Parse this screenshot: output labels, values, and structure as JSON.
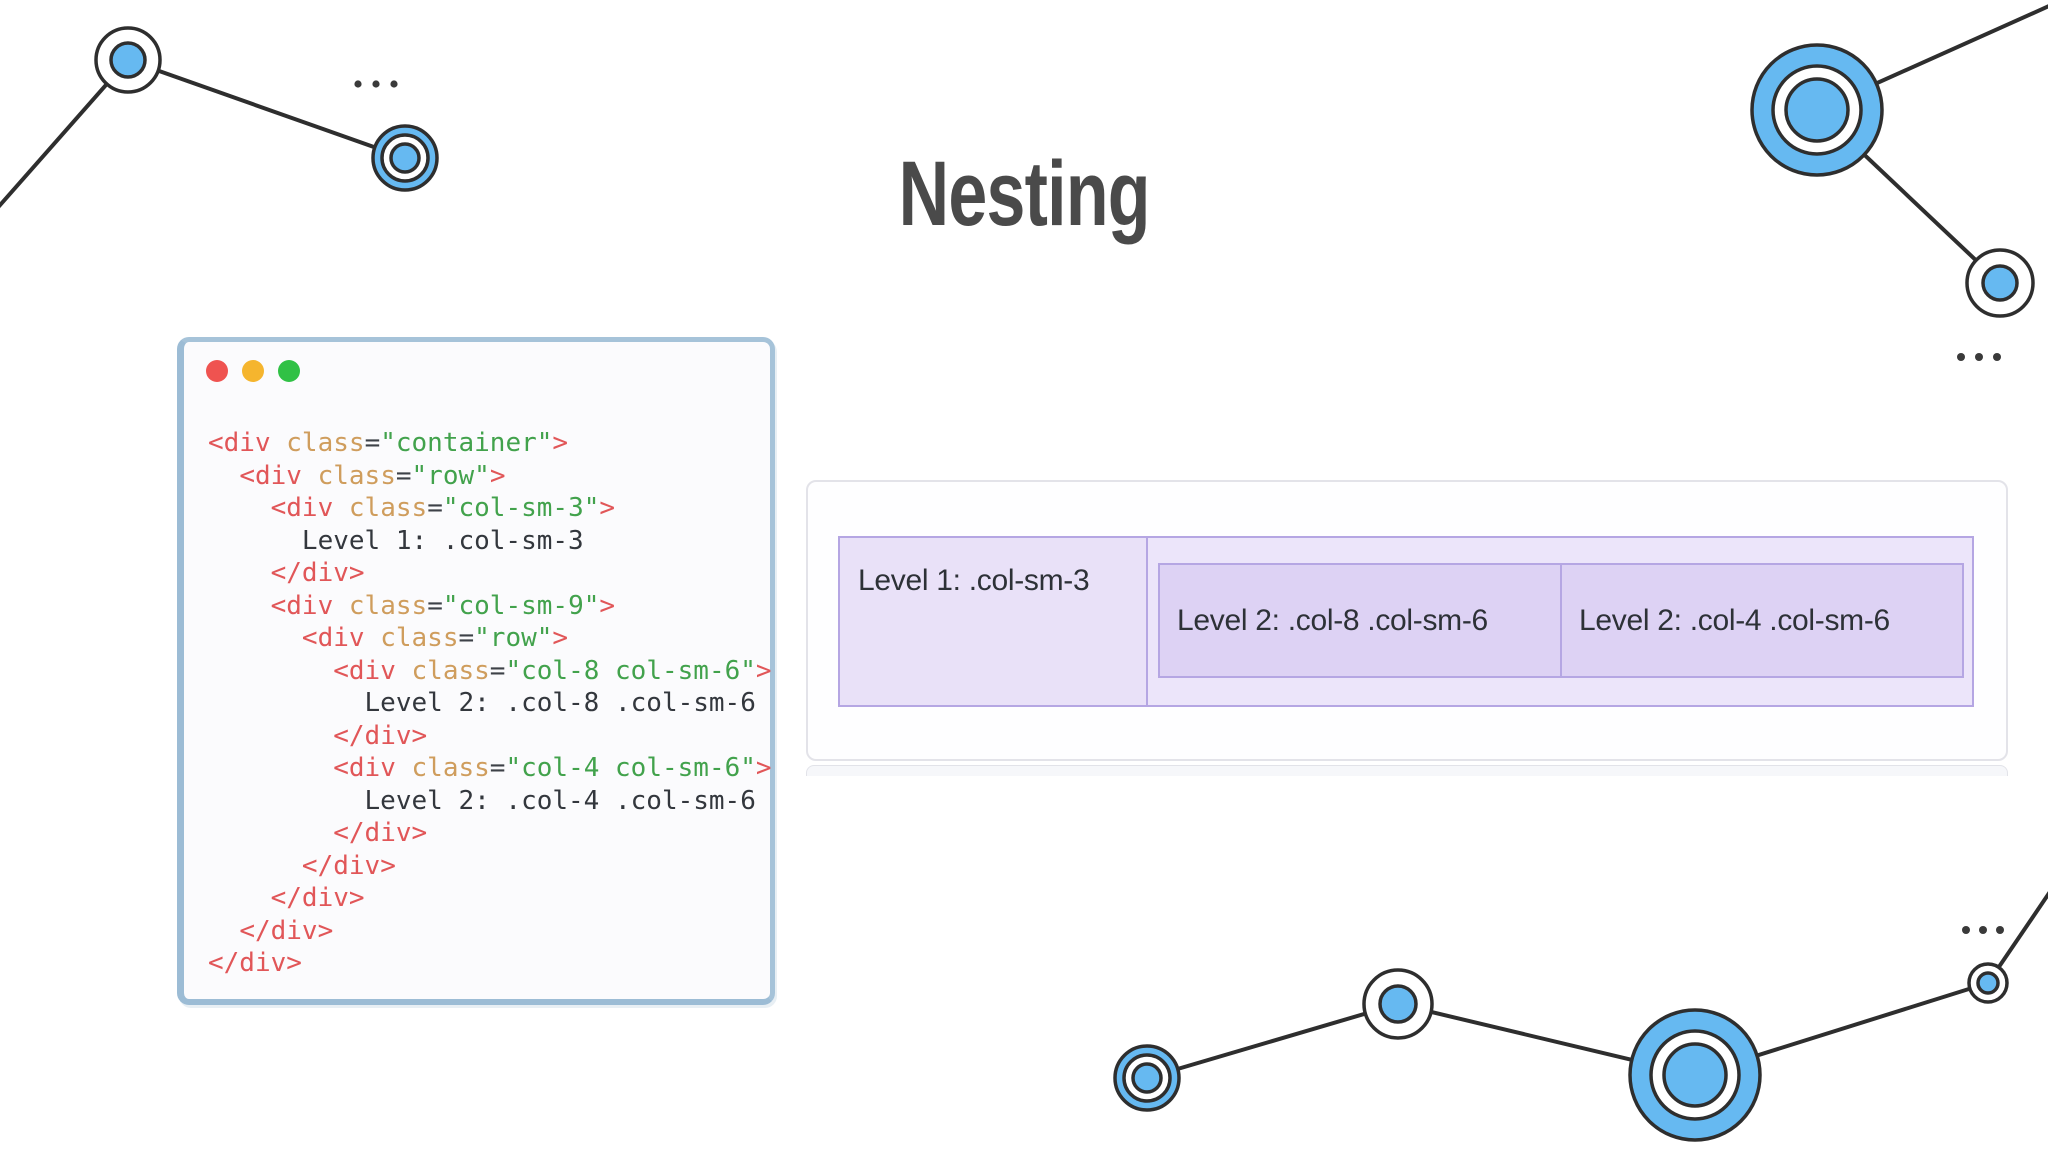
{
  "title": "Nesting",
  "code_window": {
    "window_controls": {
      "close": "red-circle",
      "minimize": "yellow-circle",
      "maximize": "green-circle"
    },
    "code_lines": [
      "<div class=\"container\">",
      "  <div class=\"row\">",
      "    <div class=\"col-sm-3\">",
      "      Level 1: .col-sm-3",
      "    </div>",
      "    <div class=\"col-sm-9\">",
      "      <div class=\"row\">",
      "        <div class=\"col-8 col-sm-6\">",
      "          Level 2: .col-8 .col-sm-6",
      "        </div>",
      "        <div class=\"col-4 col-sm-6\">",
      "          Level 2: .col-4 .col-sm-6",
      "        </div>",
      "      </div>",
      "    </div>",
      "  </div>",
      "</div>"
    ]
  },
  "demo": {
    "level1_label": "Level 1: .col-sm-3",
    "level2_col8_label": "Level 2: .col-8 .col-sm-6",
    "level2_col4_label": "Level 2: .col-4 .col-sm-6"
  },
  "decorations": {
    "node_icon": "network-node-icon",
    "ellipsis_icon": "three-dots-icon"
  },
  "colors": {
    "title_color": "#4a4a4a",
    "accent_blue": "#66b9f1",
    "outline_dark": "#2e2e2e",
    "syntax_tag": "#e15658",
    "syntax_attr": "#cf9d5d",
    "syntax_string": "#42a24c",
    "syntax_punct": "#3d4148",
    "code_text": "#33373d",
    "window_border": "#a6c3d9",
    "traffic_red": "#ef5350",
    "traffic_yellow": "#f5b52e",
    "traffic_green": "#30c145",
    "demo_border": "#b5a6e3",
    "demo_level1_bg": "#e9e1f8",
    "demo_wrapper_bg": "#ece5fa",
    "demo_level2_bg": "#ddd2f4"
  }
}
